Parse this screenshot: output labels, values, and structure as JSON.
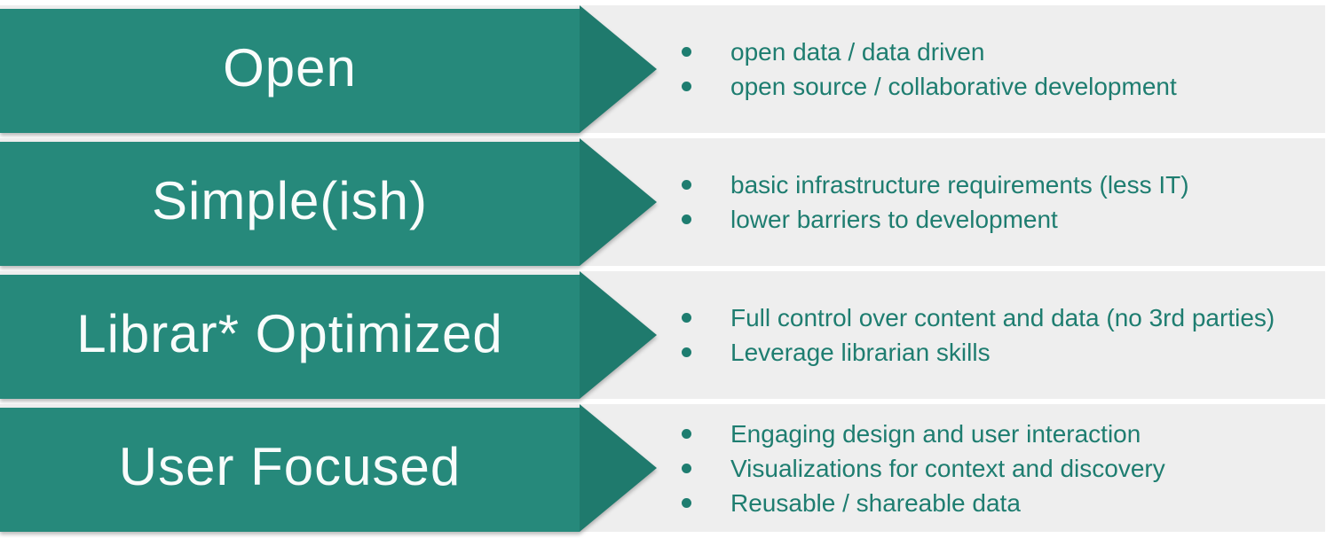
{
  "colors": {
    "page_bg": "#ffffff",
    "row_bg": "#eeeeee",
    "arrow_body": "#26897b",
    "arrow_head": "#1f7a6d",
    "label": "#f8fcfb",
    "bullet": "#1e7d70"
  },
  "icons": {
    "arrow_head": "right-chevron-icon",
    "bullet": "dot-icon"
  },
  "rows": [
    {
      "label": "Open",
      "bullets": [
        "open data / data driven",
        "open source / collaborative development"
      ]
    },
    {
      "label": "Simple(ish)",
      "bullets": [
        "basic infrastructure requirements (less IT)",
        "lower barriers to development"
      ]
    },
    {
      "label": "Librar* Optimized",
      "bullets": [
        "Full control over content and data (no 3rd parties)",
        "Leverage librarian skills"
      ]
    },
    {
      "label": "User Focused",
      "bullets": [
        "Engaging design and user interaction",
        "Visualizations for context and discovery",
        "Reusable / shareable data"
      ]
    }
  ]
}
